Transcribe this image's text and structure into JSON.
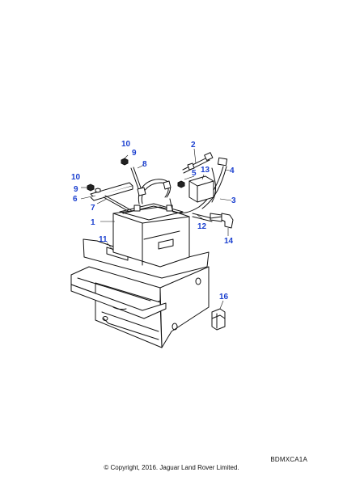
{
  "diagram": {
    "reference_code": "BDMXCA1A",
    "copyright": "© Copyright, 2016. Jaguar Land Rover Limited.",
    "callouts": [
      "1",
      "2",
      "3",
      "4",
      "5",
      "6",
      "7",
      "8",
      "9",
      "9",
      "10",
      "10",
      "11",
      "12",
      "13",
      "14",
      "16"
    ]
  }
}
